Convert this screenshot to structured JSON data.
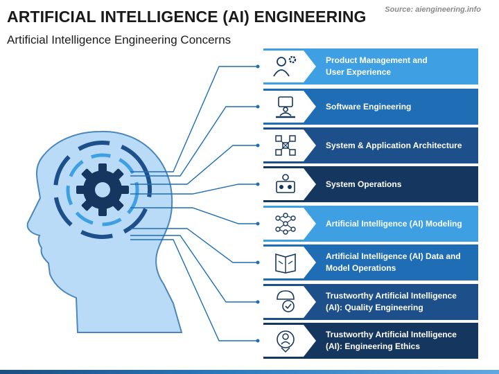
{
  "header": {
    "title": "ARTIFICIAL INTELLIGENCE (AI) ENGINEERING",
    "subtitle": "Artificial Intelligence Engineering Concerns",
    "source": "Source: aiengineering.info"
  },
  "colors": {
    "light_blue": "#3f9fe3",
    "mid_blue": "#1f6db4",
    "dark_blue": "#1d4f8a",
    "navy": "#15365f",
    "head_fill": "#b9dbf7",
    "head_outline": "#4a86bd",
    "connector": "#1f6db4"
  },
  "items": [
    {
      "label": "Product Management and\nUser Experience",
      "icon": "user-gear-icon",
      "color": "light_blue"
    },
    {
      "label": "Software Engineering",
      "icon": "developer-laptop-icon",
      "color": "mid_blue"
    },
    {
      "label": "System & Application Architecture",
      "icon": "network-architecture-icon",
      "color": "dark_blue"
    },
    {
      "label": "System Operations",
      "icon": "operations-console-icon",
      "color": "navy"
    },
    {
      "label": "Artificial Intelligence (AI) Modeling",
      "icon": "neural-network-icon",
      "color": "light_blue"
    },
    {
      "label": "Artificial Intelligence (AI) Data and\nModel Operations",
      "icon": "data-book-icon",
      "color": "mid_blue"
    },
    {
      "label": "Trustworthy Artificial Intelligence\n(AI): Quality Engineering",
      "icon": "quality-badge-icon",
      "color": "dark_blue"
    },
    {
      "label": "Trustworthy Artificial Intelligence\n(AI): Engineering Ethics",
      "icon": "ethics-ai-icon",
      "color": "navy"
    }
  ]
}
